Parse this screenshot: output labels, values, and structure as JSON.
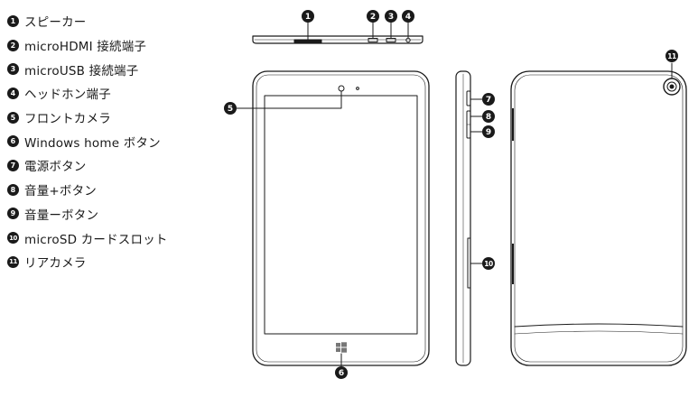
{
  "legend": [
    {
      "num": "1",
      "label": "スピーカー"
    },
    {
      "num": "2",
      "label": "microHDMI 接続端子"
    },
    {
      "num": "3",
      "label": "microUSB 接続端子"
    },
    {
      "num": "4",
      "label": "ヘッドホン端子"
    },
    {
      "num": "5",
      "label": "フロントカメラ"
    },
    {
      "num": "6",
      "label": "Windows home ボタン"
    },
    {
      "num": "7",
      "label": "電源ボタン"
    },
    {
      "num": "8",
      "label": "音量+ボタン"
    },
    {
      "num": "9",
      "label": "音量ーボタン"
    },
    {
      "num": "10",
      "label": "microSD カードスロット"
    },
    {
      "num": "11",
      "label": "リアカメラ"
    }
  ],
  "colors": {
    "line": "#1a1a1a",
    "badge": "#1a1a1a",
    "background": "#ffffff"
  }
}
